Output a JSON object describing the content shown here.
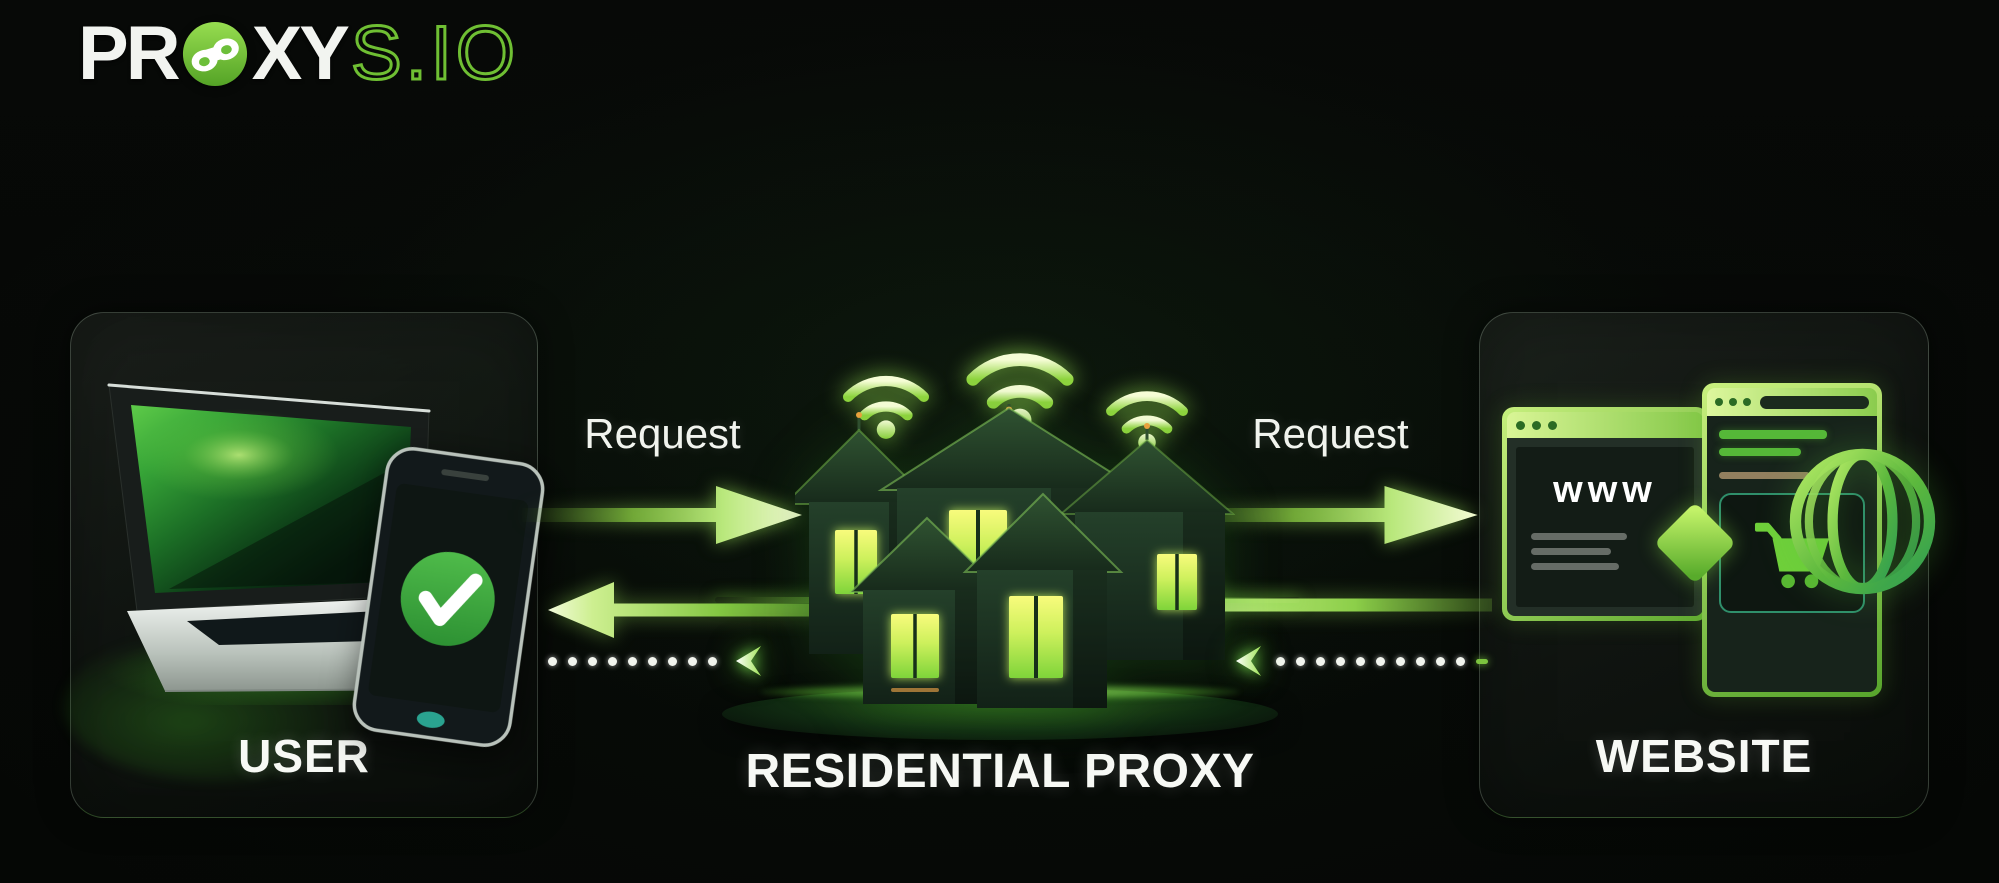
{
  "brand": {
    "logo_prefix": "PR",
    "logo_mid": "XY",
    "logo_suffix": "S.IO",
    "mask_icon": "domino-mask",
    "accent_green": "#7cc843"
  },
  "labels": {
    "user": "USER",
    "proxy": "RESIDENTIAL PROXY",
    "website": "WEBSITE",
    "request_left": "Request",
    "request_right": "Request",
    "browser_url": "www"
  },
  "diagram_flows": {
    "request_left": {
      "label": "Request",
      "from": "user",
      "to": "residential-proxy",
      "style": "solid-arrow",
      "direction": "right"
    },
    "request_right": {
      "label": "Request",
      "from": "residential-proxy",
      "to": "website",
      "style": "solid-arrow",
      "direction": "right"
    },
    "response_right": {
      "label": "",
      "from": "website",
      "to": "residential-proxy",
      "style": "solid-arrow",
      "direction": "left"
    },
    "response_left": {
      "label": "",
      "from": "residential-proxy",
      "to": "user",
      "style": "solid-arrow",
      "direction": "left"
    },
    "dotted_left": {
      "label": "",
      "from": "residential-proxy",
      "to": "user",
      "style": "dotted",
      "direction": "left"
    },
    "dotted_right": {
      "label": "",
      "from": "website",
      "to": "residential-proxy",
      "style": "dotted",
      "direction": "left"
    }
  },
  "icons": {
    "user_node": [
      "laptop-icon",
      "smartphone-icon",
      "check-badge-icon"
    ],
    "proxy_node": [
      "wifi-icon",
      "house-icon"
    ],
    "website_node": [
      "browser-window-icon",
      "globe-icon",
      "shopping-cart-icon",
      "diamond-icon"
    ]
  },
  "colors": {
    "background": "#060806",
    "accent_green": "#7cc843",
    "bright_green": "#8fd53e",
    "pale_green": "#eaf7c0",
    "window_glow": "#f8fb7c",
    "text_white": "#f5f7f3",
    "check_green": "#3daa3c",
    "teal_accent": "#2aa390"
  }
}
